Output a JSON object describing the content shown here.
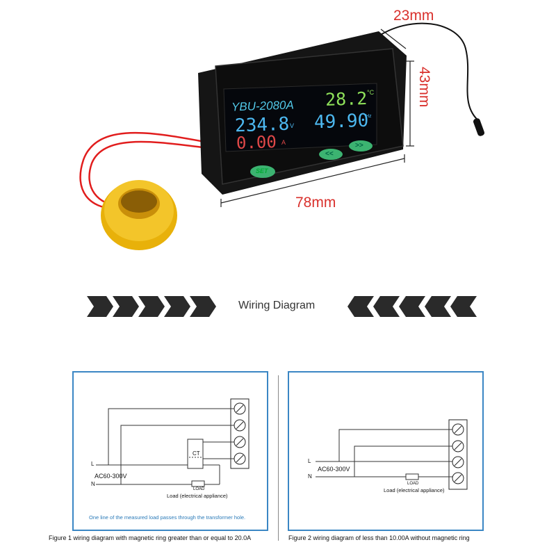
{
  "product": {
    "model": "YBU-2080A",
    "voltage": "234.8",
    "voltage_unit": "V",
    "current": "0.00",
    "current_unit": "A",
    "temperature": "28.2",
    "temperature_unit": "°C",
    "frequency": "49.90",
    "frequency_unit": "Hz",
    "set_button": "SET",
    "prev_button": "<<",
    "next_button": ">>"
  },
  "dimensions": {
    "cable_length": "23mm",
    "height": "43mm",
    "width": "78mm"
  },
  "section": {
    "title": "Wiring Diagram"
  },
  "figure1": {
    "l_label": "L",
    "n_label": "N",
    "source": "AC60-300V",
    "ct": "CT",
    "load": "LOAD",
    "load_desc": "Load (electrical appliance)",
    "note": "One line of the measured load passes through the transformer hole.",
    "caption": "Figure 1 wiring diagram with magnetic ring greater than or equal to 20.0A"
  },
  "figure2": {
    "l_label": "L",
    "n_label": "N",
    "source": "AC60-300V",
    "load": "LOAD",
    "load_desc": "Load (electrical appliance)",
    "caption": "Figure 2 wiring diagram of less than 10.00A without magnetic ring"
  },
  "colors": {
    "dimension_text": "#d9302c",
    "voltage": "#4db8f0",
    "current": "#e04848",
    "temperature": "#8ee05a",
    "frequency": "#4db8f0",
    "panel_border": "#3a86c4"
  }
}
